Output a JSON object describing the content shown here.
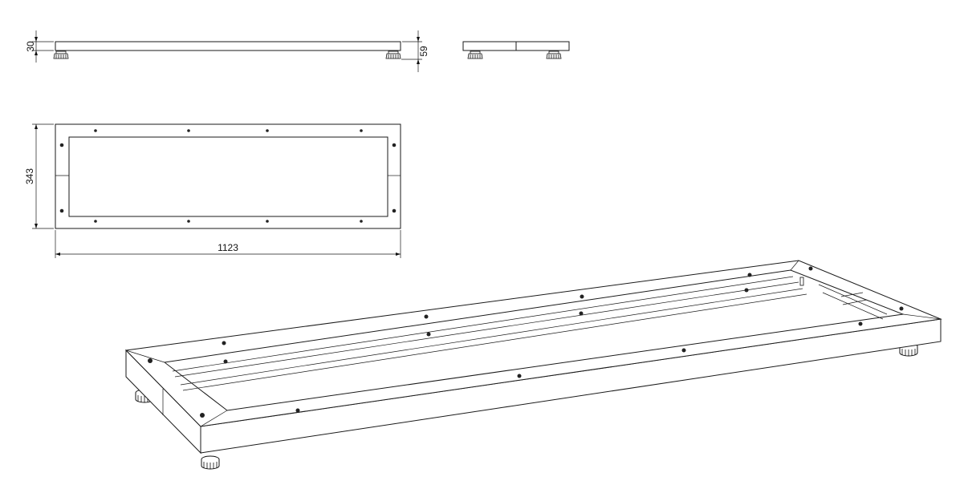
{
  "drawing": {
    "front_view": {
      "height_dim": "30",
      "overall_height_dim": "59"
    },
    "plan_view": {
      "width_dim": "343",
      "length_dim": "1123"
    },
    "isometric_view": {
      "feet": 4
    }
  }
}
